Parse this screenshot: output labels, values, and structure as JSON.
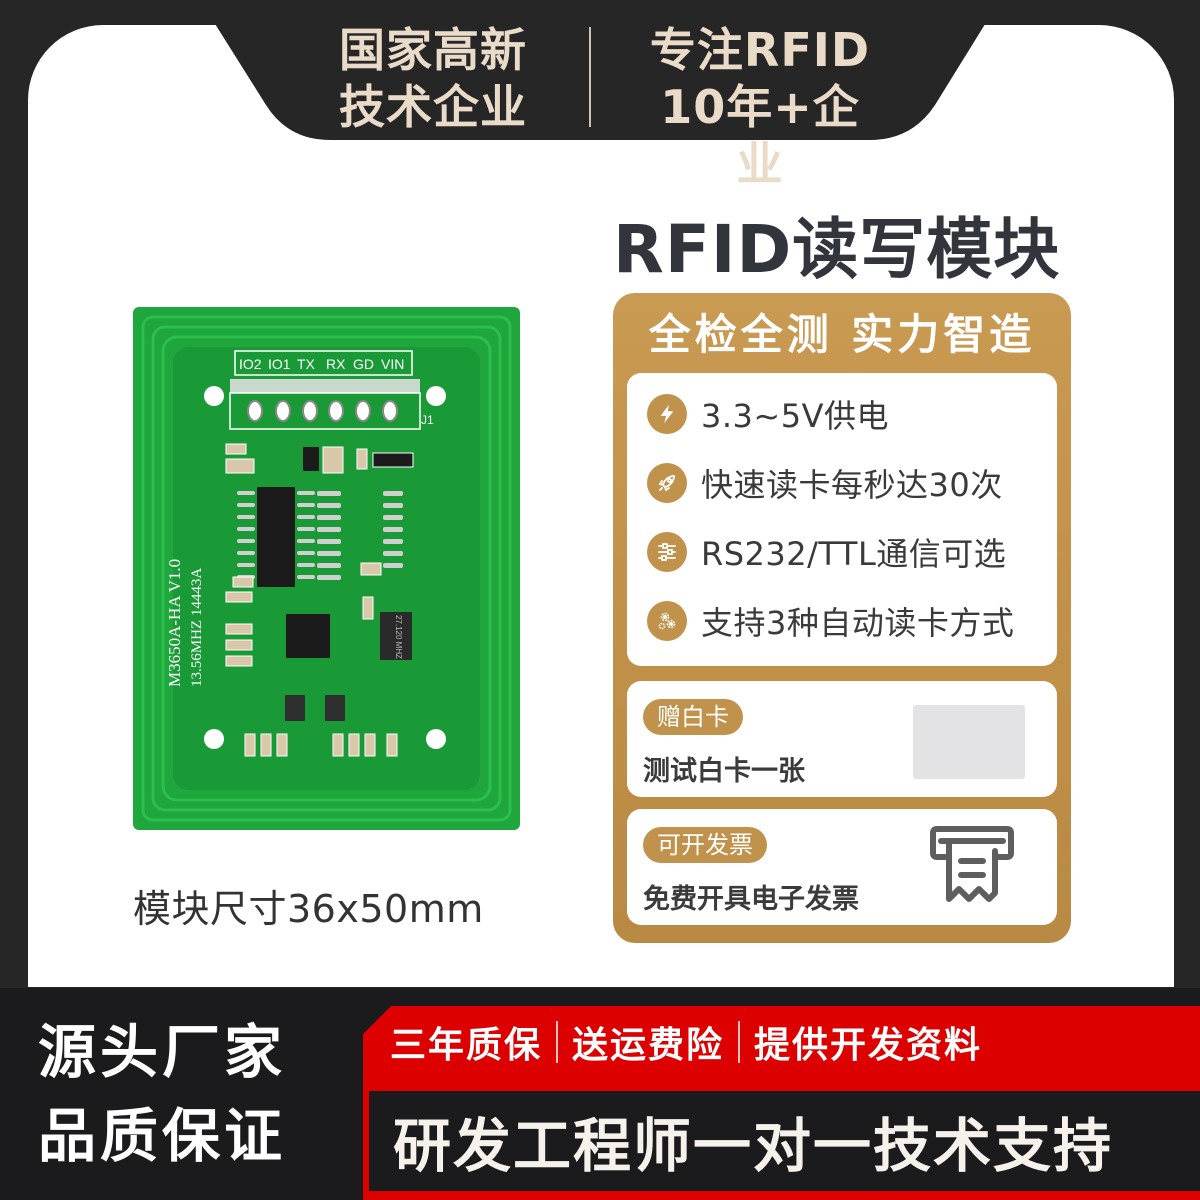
{
  "header": {
    "left_badge": [
      "国家高新",
      "技术企业"
    ],
    "right_badge": [
      "专注RFID",
      "10年+企业"
    ]
  },
  "product": {
    "title": "RFID读写模块",
    "size_caption": "模块尺寸36x50mm",
    "pcb": {
      "pin_labels": [
        "IO2",
        "IO1",
        "TX",
        "RX",
        "GD",
        "VIN"
      ],
      "board_marking": "M3650A-HA V1.0",
      "frequency_marking": "13.56MHZ 14443A",
      "crystal_marking": "27.120 MHZ",
      "connector_label": "J1"
    }
  },
  "panel": {
    "heading": "全检全测 实力智造",
    "features": [
      {
        "icon": "lightning-icon",
        "label": "3.3~5V供电"
      },
      {
        "icon": "rocket-icon",
        "label": "快速读卡每秒达30次"
      },
      {
        "icon": "sliders-icon",
        "label": "RS232/TTL通信可选"
      },
      {
        "icon": "gears-icon",
        "label": "支持3种自动读卡方式"
      }
    ],
    "gift": {
      "badge": "赠白卡",
      "description": "测试白卡一张",
      "icon": "white-card-image"
    },
    "invoice": {
      "badge": "可开发票",
      "description": "免费开具电子发票",
      "icon": "receipt-icon"
    }
  },
  "footer": {
    "left_lines": [
      "源头厂家",
      "品质保证"
    ],
    "red_items": [
      "三年质保",
      "送运费险",
      "提供开发资料"
    ],
    "support": "研发工程师一对一技术支持"
  },
  "colors": {
    "dark_bg": "#262626",
    "gold": "#c1924b",
    "badge_text": "#eadbc9",
    "red": "#dd0000",
    "pcb_green": "#1fa33a",
    "title_text": "#33353c"
  }
}
